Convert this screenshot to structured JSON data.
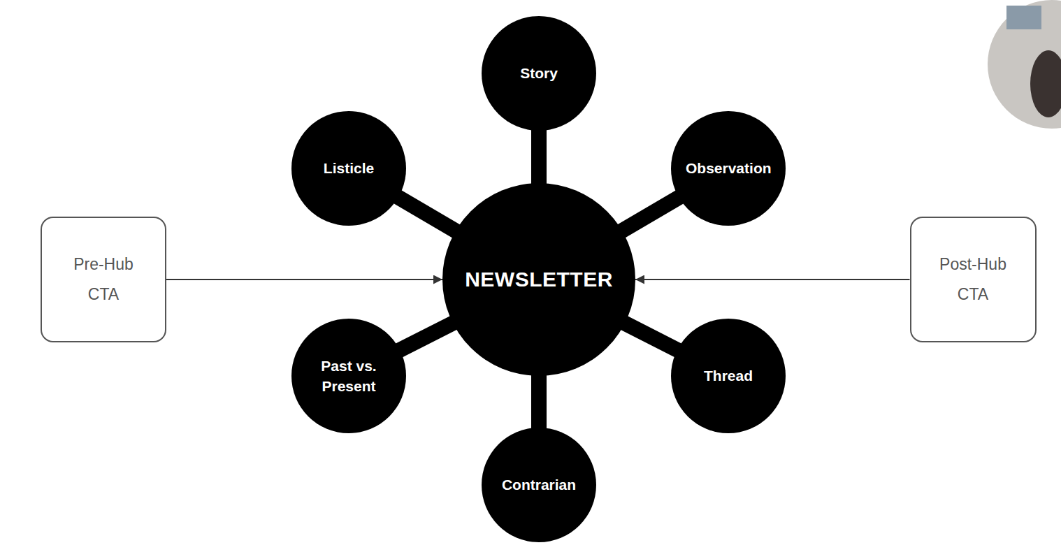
{
  "diagram": {
    "nodes": [
      {
        "text": [
          "Story"
        ]
      },
      {
        "text": [
          "Listicle"
        ]
      },
      {
        "text": [
          "Observation"
        ]
      },
      {
        "text": [
          "Pre-Hub CTA"
        ]
      },
      {
        "text": [
          "NEWSLETTER"
        ]
      },
      {
        "text": [
          "Post-Hub CTA"
        ]
      },
      {
        "text": [
          "Past vs. Present"
        ]
      },
      {
        "text": [
          "Thread"
        ]
      },
      {
        "text": [
          "Contrarian"
        ]
      }
    ],
    "edges": [
      {
        "from": 4,
        "to": 0,
        "arrow": "none"
      },
      {
        "from": 4,
        "to": 1,
        "arrow": "none"
      },
      {
        "from": 4,
        "to": 2,
        "arrow": "none"
      },
      {
        "from": 4,
        "to": 6,
        "arrow": "none"
      },
      {
        "from": 4,
        "to": 7,
        "arrow": "none"
      },
      {
        "from": 4,
        "to": 8,
        "arrow": "none"
      },
      {
        "from": 3,
        "to": 4,
        "arrow": "to"
      },
      {
        "from": 5,
        "to": 4,
        "arrow": "to"
      }
    ]
  }
}
